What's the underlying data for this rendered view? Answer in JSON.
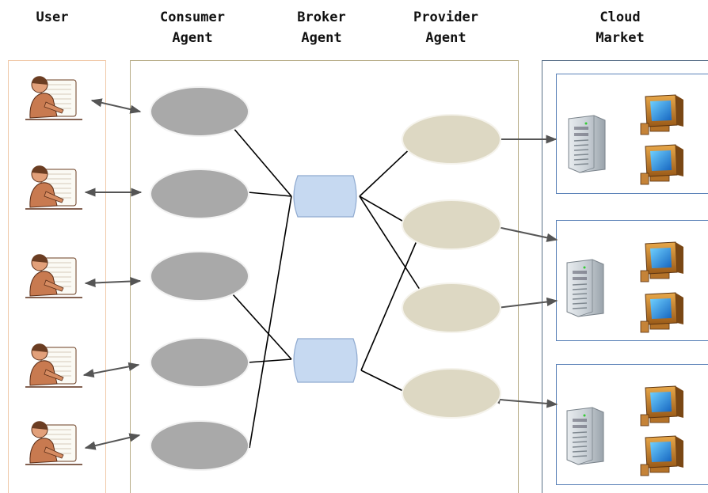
{
  "headers": {
    "user": [
      "User"
    ],
    "consumer": [
      "Consumer",
      "Agent"
    ],
    "broker": [
      "Broker",
      "Agent"
    ],
    "provider": [
      "Provider",
      "Agent"
    ],
    "cloud": [
      "Cloud",
      "Market"
    ]
  },
  "colors": {
    "consumer_fill": "#a9a9a9",
    "broker_fill": "#c6d9f1",
    "provider_fill": "#ddd8c3",
    "user_panel_border": "#f0c8a8",
    "agents_panel_border": "#b8ad88",
    "cloud_panel_border": "#5a7089",
    "cluster_border": "#5b82b8"
  },
  "icons": {
    "user": "person-at-computer-icon",
    "server": "server-tower-icon",
    "monitor": "desktop-computer-icon"
  }
}
